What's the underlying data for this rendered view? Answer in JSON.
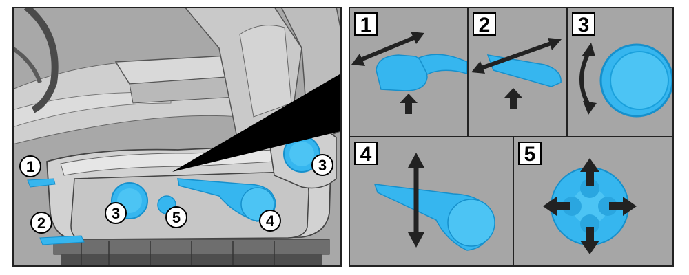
{
  "figure": {
    "callouts": [
      {
        "label": "1"
      },
      {
        "label": "2"
      },
      {
        "label": "3"
      },
      {
        "label": "3"
      },
      {
        "label": "5"
      },
      {
        "label": "4"
      }
    ],
    "panels": [
      {
        "number": "1",
        "description": "fore-aft lever"
      },
      {
        "number": "2",
        "description": "fore-aft bar"
      },
      {
        "number": "3",
        "description": "recline knob"
      },
      {
        "number": "4",
        "description": "height lever"
      },
      {
        "number": "5",
        "description": "4-way lumbar"
      }
    ],
    "colors": {
      "part": "#36b6ef",
      "partDark": "#1690cc",
      "background": "#a6a6a6",
      "arrow": "#222222",
      "border": "#222222"
    }
  }
}
